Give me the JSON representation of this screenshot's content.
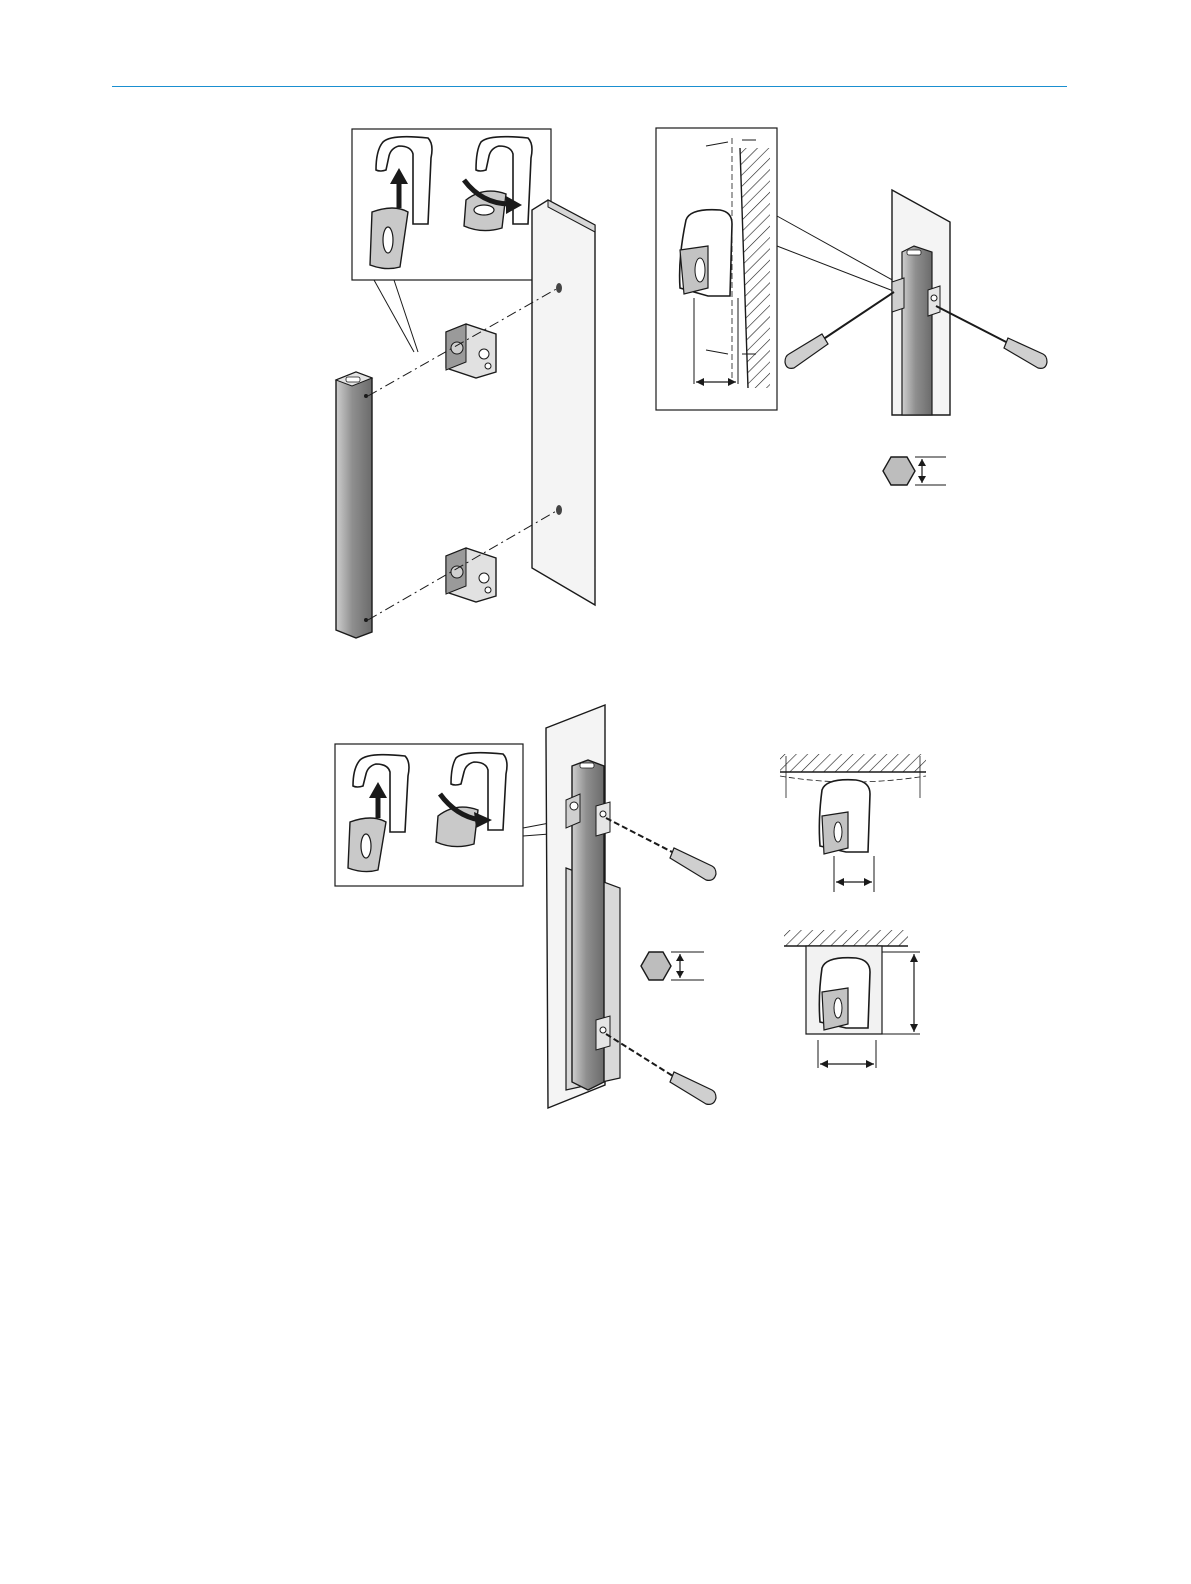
{
  "page": {
    "header_rule_color": "#1a8fd0",
    "ink": "#1a1a1a",
    "metal_dark": "#8a8a8a",
    "metal_mid": "#bdbdbd",
    "metal_light": "#e6e6e6",
    "panel_fill": "#f2f2f2"
  },
  "figures": [
    {
      "id": "fig-top-left",
      "subject": "handle-bar-and-two-brackets-assembly"
    },
    {
      "id": "fig-top-right",
      "subject": "bracket-alignment-detail-with-screwdrivers"
    },
    {
      "id": "fig-bottom-left",
      "subject": "mounted-handle-with-screwdrivers"
    },
    {
      "id": "fig-bottom-right",
      "subject": "bracket-clearance-details"
    }
  ],
  "icons": [
    "hex-wrench-size-icon",
    "up-arrow-icon",
    "curved-arrow-icon",
    "screwdriver-icon"
  ]
}
